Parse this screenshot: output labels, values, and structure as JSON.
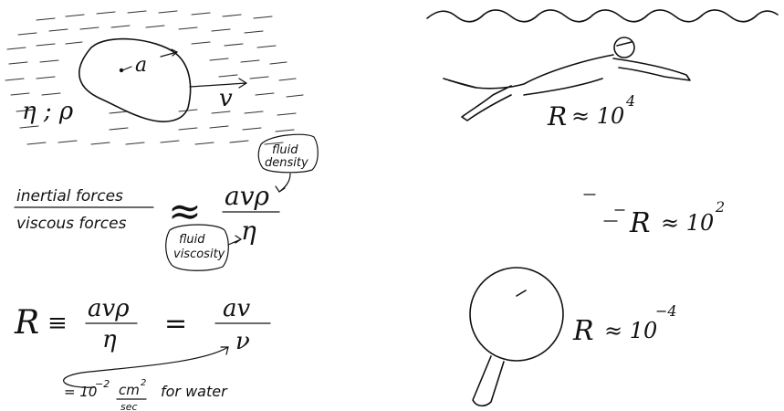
{
  "left_panel": {
    "body_radius_label": "a",
    "velocity_label": "v",
    "fluid_props_label": "η ; ρ",
    "inertial_label": "inertial forces",
    "viscous_label": "viscous forces",
    "approx_symbol": "≈",
    "ratio_numerator": "avρ",
    "ratio_denominator": "η",
    "density_note_line1": "fluid",
    "density_note_line2": "density",
    "viscosity_note_line1": "fluid",
    "viscosity_note_line2": "viscosity",
    "reynolds_symbol": "R",
    "equiv_symbol": "≡",
    "eq_numerator_1": "avρ",
    "eq_denominator_1": "η",
    "equals_symbol": "=",
    "eq_numerator_2": "av",
    "eq_denominator_2": "ν",
    "kinematic_value": "= 10⁻² cm²/sec for water",
    "kv_prefix": "= 10",
    "kv_exp": "−2",
    "kv_unit_num": "cm",
    "kv_unit_exp": "2",
    "kv_unit_den": "sec",
    "kv_suffix": "for water"
  },
  "right_panel": {
    "swimmer_R": "R",
    "swimmer_value": "≈ 10",
    "swimmer_exp": "4",
    "fish_R": "R",
    "fish_value": "≈ 10",
    "fish_exp": "2",
    "bacterium_R": "R",
    "bacterium_value": "≈ 10",
    "bacterium_exp": "−4"
  }
}
